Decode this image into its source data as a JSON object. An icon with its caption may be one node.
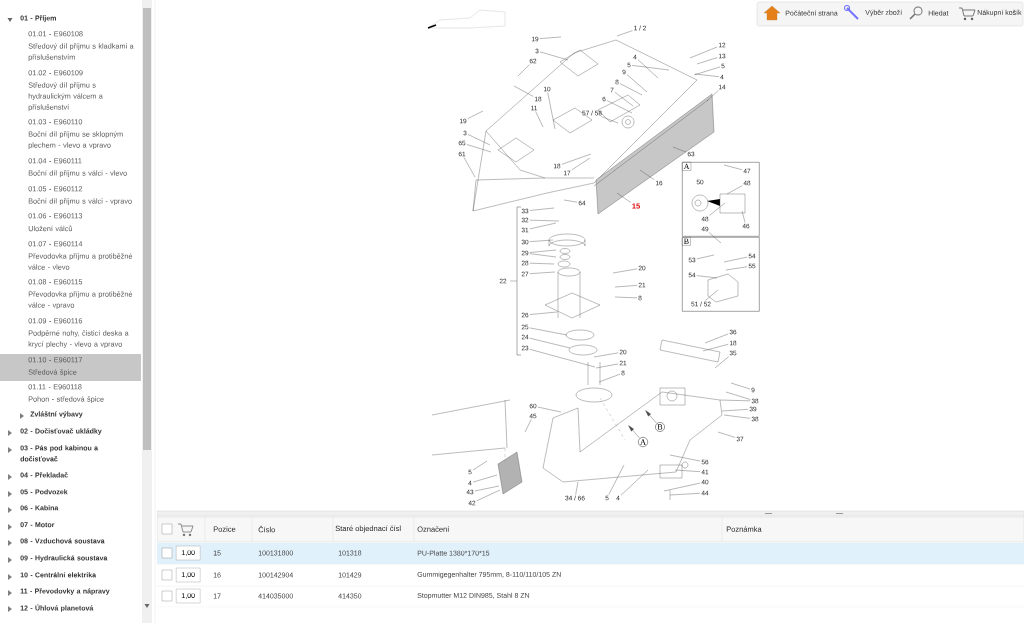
{
  "diagram": {
    "nodes": [
      {
        "text": [
          "1 / 2"
        ]
      },
      {
        "text": [
          "19"
        ]
      },
      {
        "text": [
          "3"
        ]
      },
      {
        "text": [
          "4"
        ]
      },
      {
        "text": [
          "12"
        ]
      },
      {
        "text": [
          "13"
        ]
      },
      {
        "text": [
          "62"
        ]
      },
      {
        "text": [
          "5"
        ]
      },
      {
        "text": [
          "5"
        ]
      },
      {
        "text": [
          "9"
        ]
      },
      {
        "text": [
          "4"
        ]
      },
      {
        "text": [
          "8"
        ]
      },
      {
        "text": [
          "14"
        ]
      },
      {
        "text": [
          "10"
        ]
      },
      {
        "text": [
          "7"
        ]
      },
      {
        "text": [
          "18"
        ]
      },
      {
        "text": [
          "6"
        ]
      },
      {
        "text": [
          "11"
        ]
      },
      {
        "text": [
          "57 / 58"
        ]
      },
      {
        "text": [
          "19"
        ]
      },
      {
        "text": [
          "3"
        ]
      },
      {
        "text": [
          "65"
        ]
      },
      {
        "text": [
          "61"
        ]
      },
      {
        "text": [
          "63"
        ]
      },
      {
        "text": [
          "18"
        ]
      },
      {
        "text": [
          "17"
        ]
      },
      {
        "text": [
          "16"
        ]
      },
      {
        "text": [
          "64"
        ]
      },
      {
        "text": [
          "15"
        ]
      },
      {
        "text": [
          "A"
        ]
      },
      {
        "text": [
          "47"
        ],
        "in": 29
      },
      {
        "text": [
          "50"
        ],
        "in": 29
      },
      {
        "text": [
          "48"
        ],
        "in": 29
      },
      {
        "text": [
          "48"
        ],
        "in": 29
      },
      {
        "text": [
          "49"
        ],
        "in": 29
      },
      {
        "text": [
          "46"
        ],
        "in": 29
      },
      {
        "text": [
          "B"
        ]
      },
      {
        "text": [
          "53"
        ],
        "in": 36
      },
      {
        "text": [
          "54"
        ],
        "in": 36
      },
      {
        "text": [
          "55"
        ],
        "in": 36
      },
      {
        "text": [
          "54"
        ],
        "in": 36
      },
      {
        "text": [
          "51 / 52"
        ],
        "in": 36
      },
      {
        "text": [
          "33"
        ]
      },
      {
        "text": [
          "32"
        ]
      },
      {
        "text": [
          "31"
        ]
      },
      {
        "text": [
          "30"
        ]
      },
      {
        "text": [
          "29"
        ]
      },
      {
        "text": [
          "28"
        ]
      },
      {
        "text": [
          "20"
        ]
      },
      {
        "text": [
          "27"
        ]
      },
      {
        "text": [
          "22"
        ]
      },
      {
        "text": [
          "21"
        ]
      },
      {
        "text": [
          "8"
        ]
      },
      {
        "text": [
          "26"
        ]
      },
      {
        "text": [
          "25"
        ]
      },
      {
        "text": [
          "36"
        ]
      },
      {
        "text": [
          "24"
        ]
      },
      {
        "text": [
          "18"
        ]
      },
      {
        "text": [
          "23"
        ]
      },
      {
        "text": [
          "20"
        ]
      },
      {
        "text": [
          "35"
        ]
      },
      {
        "text": [
          "21"
        ]
      },
      {
        "text": [
          "8"
        ]
      },
      {
        "text": [
          "9"
        ]
      },
      {
        "text": [
          "38"
        ]
      },
      {
        "text": [
          "60"
        ]
      },
      {
        "text": [
          "39"
        ]
      },
      {
        "text": [
          "45"
        ]
      },
      {
        "text": [
          "38"
        ]
      },
      {
        "text": [
          "B"
        ]
      },
      {
        "text": [
          "37"
        ]
      },
      {
        "text": [
          "A"
        ]
      },
      {
        "text": [
          "56"
        ]
      },
      {
        "text": [
          "5"
        ]
      },
      {
        "text": [
          "41"
        ]
      },
      {
        "text": [
          "40"
        ]
      },
      {
        "text": [
          "4"
        ]
      },
      {
        "text": [
          "43"
        ]
      },
      {
        "text": [
          "44"
        ]
      },
      {
        "text": [
          "34 / 66"
        ]
      },
      {
        "text": [
          "5"
        ]
      },
      {
        "text": [
          "4"
        ]
      },
      {
        "text": [
          "42"
        ]
      }
    ],
    "edges": [
      {
        "from": 0,
        "to": null,
        "arrow": "none"
      },
      {
        "from": 1,
        "to": null,
        "arrow": "none"
      },
      {
        "from": 2,
        "to": null,
        "arrow": "none"
      },
      {
        "from": 3,
        "to": null,
        "arrow": "none"
      },
      {
        "from": 4,
        "to": null,
        "arrow": "none"
      },
      {
        "from": 5,
        "to": null,
        "arrow": "none"
      },
      {
        "from": 6,
        "to": null,
        "arrow": "none"
      },
      {
        "from": 7,
        "to": null,
        "arrow": "none"
      },
      {
        "from": 8,
        "to": null,
        "arrow": "none"
      },
      {
        "from": 9,
        "to": null,
        "arrow": "none"
      },
      {
        "from": 10,
        "to": null,
        "arrow": "none"
      },
      {
        "from": 11,
        "to": null,
        "arrow": "none"
      },
      {
        "from": 12,
        "to": null,
        "arrow": "none"
      },
      {
        "from": 13,
        "to": null,
        "arrow": "none"
      },
      {
        "from": 14,
        "to": null,
        "arrow": "none"
      },
      {
        "from": 15,
        "to": null,
        "arrow": "none"
      },
      {
        "from": 16,
        "to": null,
        "arrow": "none"
      },
      {
        "from": 17,
        "to": null,
        "arrow": "none"
      },
      {
        "from": 18,
        "to": null,
        "arrow": "none"
      },
      {
        "from": 19,
        "to": null,
        "arrow": "none"
      },
      {
        "from": 20,
        "to": null,
        "arrow": "none"
      },
      {
        "from": 21,
        "to": null,
        "arrow": "none"
      },
      {
        "from": 22,
        "to": null,
        "arrow": "none"
      },
      {
        "from": 23,
        "to": null,
        "arrow": "none"
      },
      {
        "from": 24,
        "to": null,
        "arrow": "none"
      },
      {
        "from": 25,
        "to": null,
        "arrow": "none"
      },
      {
        "from": 26,
        "to": null,
        "arrow": "none"
      },
      {
        "from": 27,
        "to": null,
        "arrow": "none"
      },
      {
        "from": 28,
        "to": null,
        "arrow": "none"
      },
      {
        "from": 30,
        "to": null,
        "arrow": "none"
      },
      {
        "from": 32,
        "to": null,
        "arrow": "none"
      },
      {
        "from": 33,
        "to": null,
        "arrow": "none"
      },
      {
        "from": 34,
        "to": null,
        "arrow": "none"
      },
      {
        "from": 35,
        "to": null,
        "arrow": "none"
      },
      {
        "from": 37,
        "to": null,
        "arrow": "none"
      },
      {
        "from": 38,
        "to": null,
        "arrow": "none"
      },
      {
        "from": 39,
        "to": null,
        "arrow": "none"
      },
      {
        "from": 40,
        "to": null,
        "arrow": "none"
      },
      {
        "from": 41,
        "to": null,
        "arrow": "none"
      },
      {
        "from": 42,
        "to": null,
        "arrow": "none"
      },
      {
        "from": 43,
        "to": null,
        "arrow": "none"
      },
      {
        "from": 44,
        "to": null,
        "arrow": "none"
      },
      {
        "from": 45,
        "to": null,
        "arrow": "none"
      },
      {
        "from": 46,
        "to": null,
        "arrow": "none"
      },
      {
        "from": 46,
        "to": null,
        "arrow": "none"
      },
      {
        "from": 47,
        "to": null,
        "arrow": "none"
      },
      {
        "from": 48,
        "to": null,
        "arrow": "none"
      },
      {
        "from": 49,
        "to": null,
        "arrow": "none"
      },
      {
        "from": 51,
        "to": null,
        "arrow": "none"
      },
      {
        "from": 52,
        "to": null,
        "arrow": "none"
      },
      {
        "from": 53,
        "to": null,
        "arrow": "none"
      },
      {
        "from": 54,
        "to": null,
        "arrow": "none"
      },
      {
        "from": 55,
        "to": null,
        "arrow": "none"
      },
      {
        "from": 56,
        "to": null,
        "arrow": "none"
      },
      {
        "from": 57,
        "to": null,
        "arrow": "none"
      },
      {
        "from": 58,
        "to": null,
        "arrow": "none"
      },
      {
        "from": 59,
        "to": null,
        "arrow": "none"
      },
      {
        "from": 60,
        "to": null,
        "arrow": "none"
      },
      {
        "from": 61,
        "to": null,
        "arrow": "none"
      },
      {
        "from": 62,
        "to": null,
        "arrow": "none"
      },
      {
        "from": 63,
        "to": null,
        "arrow": "none"
      },
      {
        "from": 64,
        "to": null,
        "arrow": "none"
      },
      {
        "from": 64,
        "to": null,
        "arrow": "none"
      },
      {
        "from": 65,
        "to": null,
        "arrow": "none"
      },
      {
        "from": 66,
        "to": null,
        "arrow": "none"
      },
      {
        "from": 67,
        "to": null,
        "arrow": "none"
      },
      {
        "from": 68,
        "to": null,
        "arrow": "none"
      },
      {
        "from": 69,
        "to": null,
        "arrow": "to"
      },
      {
        "from": 70,
        "to": null,
        "arrow": "none"
      },
      {
        "from": 71,
        "to": null,
        "arrow": "to"
      },
      {
        "from": 72,
        "to": null,
        "arrow": "none"
      },
      {
        "from": 73,
        "to": null,
        "arrow": "none"
      },
      {
        "from": 74,
        "to": null,
        "arrow": "none"
      },
      {
        "from": 75,
        "to": null,
        "arrow": "none"
      },
      {
        "from": 76,
        "to": null,
        "arrow": "none"
      },
      {
        "from": 77,
        "to": null,
        "arrow": "none"
      },
      {
        "from": 78,
        "to": null,
        "arrow": "none"
      },
      {
        "from": 79,
        "to": null,
        "arrow": "none"
      },
      {
        "from": 80,
        "to": null,
        "arrow": "none"
      },
      {
        "from": 81,
        "to": null,
        "arrow": "none"
      },
      {
        "from": 82,
        "to": null,
        "arrow": "none"
      }
    ],
    "labels": [
      "01 - Příjem",
      "01.01 - E960108",
      "Středový díl příjmu s kladkami a příslušenstvím",
      "01.02 - E960109",
      "Středový díl příjmu s hydraulickým válcem a příslušenství",
      "01.03 - E960110",
      "Boční díl příjmu se sklopným plechem - vlevo a vpravo",
      "01.04 - E960111",
      "Boční díl příjmu s válci - vlevo",
      "01.05 - E960112",
      "Boční díl příjmu s válci - vpravo",
      "01.06 - E960113",
      "Uložení válců",
      "01.07 - E960114",
      "Převodovka příjmu a protiběžné válce - vlevo",
      "01.08 - E960115",
      "Převodovka příjmu a protiběžné válce - vpravo",
      "01.09 - E960116",
      "Podpěrné nohy, čisticí deska a krycí plechy - vlevo a vpravo",
      "01.10 - E960117",
      "Středová špice",
      "01.11 - E960118",
      "Pohon - středová špice",
      "Zvláštní výbavy",
      "02 - Dočisťovač ukládky",
      "03 - Pás pod kabinou a dočisťovač",
      "04 - Překladač",
      "05 - Podvozek",
      "06 - Kabina",
      "07 - Motor",
      "08 - Vzduchová soustava",
      "09 - Hydraulická soustava",
      "10 - Centrální elektrika",
      "11 - Převodovky a nápravy",
      "12 - Úhlová planetová",
      "Počáteční strana",
      "Výběr zboží",
      "Hledat",
      "Nákupní košík",
      "Pozice",
      "Číslo",
      "Staré objednací čísl",
      "Označení",
      "Poznámka",
      "1,00",
      "15",
      "100131800",
      "101318",
      "PU-Platte 1380*170*15",
      "1,00",
      "16",
      "100142904",
      "101429",
      "Gummigegenhalter 795mm, 8-110/110/105 ZN",
      "1,00",
      "17",
      "414035000",
      "414350",
      "Stopmutter M12 DIN985, Stahl 8 ZN"
    ]
  }
}
